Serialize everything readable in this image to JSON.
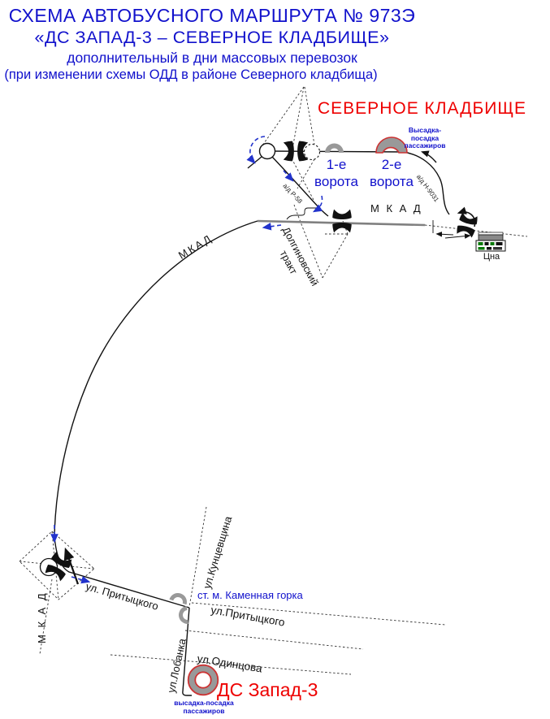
{
  "colors": {
    "title_blue": "#1111cc",
    "label_blue": "#1111cc",
    "heading_red": "#ee0000",
    "stop_gray": "#999999",
    "stop_ring_red": "#cc3333",
    "mkad_road_gray": "#808080",
    "arrow_blue": "#2233cc",
    "line_black": "#111111"
  },
  "title": {
    "line1": "СХЕМА АВТОБУСНОГО МАРШРУТА № 973Э",
    "line2": "«ДС ЗАПАД-3 – СЕВЕРНОЕ КЛАДБИЩЕ»",
    "line3": "дополнительный в дни массовых перевозок",
    "line4": "(при изменении схемы ОДД в районе Северного кладбища)"
  },
  "cemetery": {
    "name": "СЕВЕРНОЕ КЛАДБИЩЕ",
    "gate1_line1": "1-е",
    "gate1_line2": "ворота",
    "gate2_line1": "2-е",
    "gate2_line2": "ворота",
    "dropoff_line1": "Высадка-посадка",
    "dropoff_line2": "пассажиров"
  },
  "roads": {
    "mkad_top": "М К А Д",
    "mkad_curve": "МКАД",
    "mkad_left": "М К А Д",
    "r58": "а/д Р-58",
    "n9031": "а/д Н-9031",
    "dolginovsky_line1": "Долгиновский",
    "dolginovsky_line2": "тракт",
    "pritytskogo_main": "ул. Притыцкого",
    "pritytskogo_east": "ул.Притыцкого",
    "kuntsevshchina": "ул.Кунцевщина",
    "lobanka": "ул.Лобанка",
    "odintsova": "ул.Одинцова"
  },
  "places": {
    "tsna": "Цна",
    "metro_station": "ст. м. Каменная горка",
    "terminal": "ДС Запад-3",
    "terminal_dropoff_line1": "высадка-посадка",
    "terminal_dropoff_line2": "пассажиров"
  }
}
